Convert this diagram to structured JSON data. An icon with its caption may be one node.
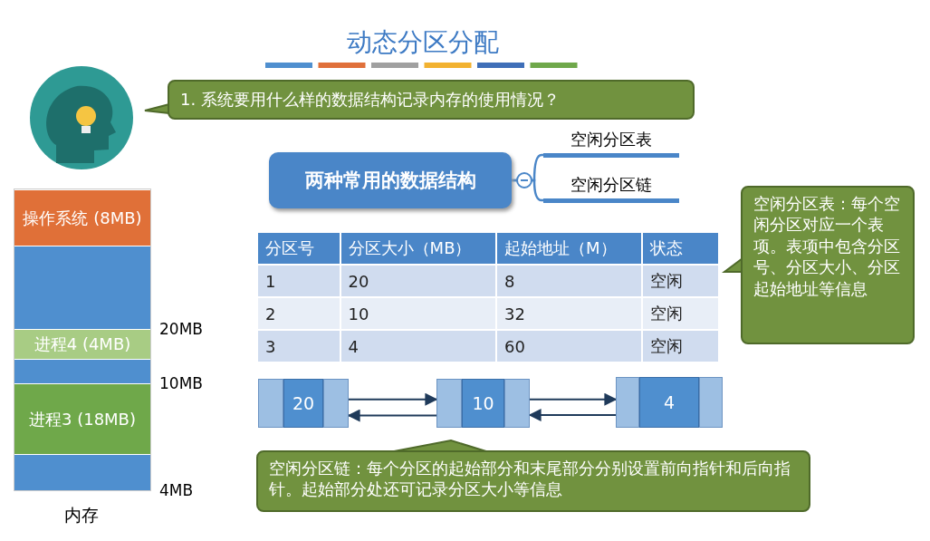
{
  "diagram": {
    "title": "动态分区分配",
    "nodes": [
      {
        "text": [
          "两种常用的数据结构"
        ]
      },
      {
        "text": [
          "空闲分区表"
        ]
      },
      {
        "text": [
          "空闲分区链"
        ]
      },
      {
        "text": [
          "1. 系统要用什么样的数据结构记录内存的使用情况？"
        ]
      },
      {
        "text": [
          "内存"
        ]
      },
      {
        "text": [
          "操作系统 (8MB)"
        ],
        "in": 4
      },
      {
        "text": [],
        "shape": "box",
        "in": 4,
        "beside": [
          "20MB"
        ]
      },
      {
        "text": [
          "进程4 (4MB)"
        ],
        "in": 4
      },
      {
        "text": [],
        "shape": "box",
        "in": 4,
        "beside": [
          "10MB"
        ]
      },
      {
        "text": [
          "进程3 (18MB)"
        ],
        "in": 4
      },
      {
        "text": [],
        "shape": "box",
        "in": 4,
        "beside": [
          "4MB"
        ]
      },
      {
        "text": [
          "20"
        ]
      },
      {
        "text": [
          "10"
        ]
      },
      {
        "text": [
          "4"
        ]
      },
      {
        "text": [
          "空闲分区表：每个空闲分区对应一个表项。表项中包含分区号、分区大小、分区起始地址等信息"
        ]
      },
      {
        "text": [
          "空闲分区链：每个分区的起始部分和末尾部分分别设置前向指针和后向指针。起始部分处还可记录分区大小等信息"
        ]
      }
    ],
    "edges": [
      {
        "from": 0,
        "to": 1,
        "arrow": "none",
        "color": "#4a86c8"
      },
      {
        "from": 0,
        "to": 2,
        "arrow": "none",
        "color": "#4a86c8"
      },
      {
        "from": 11,
        "to": 12,
        "arrow": "to"
      },
      {
        "from": 12,
        "to": 11,
        "arrow": "to"
      },
      {
        "from": 12,
        "to": 13,
        "arrow": "to"
      },
      {
        "from": 13,
        "to": 12,
        "arrow": "to"
      }
    ],
    "labels": [
      "分区号",
      "分区大小（MB）",
      "起始地址（M）",
      "状态",
      "1",
      "20",
      "8",
      "空闲",
      "2",
      "10",
      "32",
      "空闲",
      "3",
      "4",
      "60",
      "空闲"
    ]
  }
}
